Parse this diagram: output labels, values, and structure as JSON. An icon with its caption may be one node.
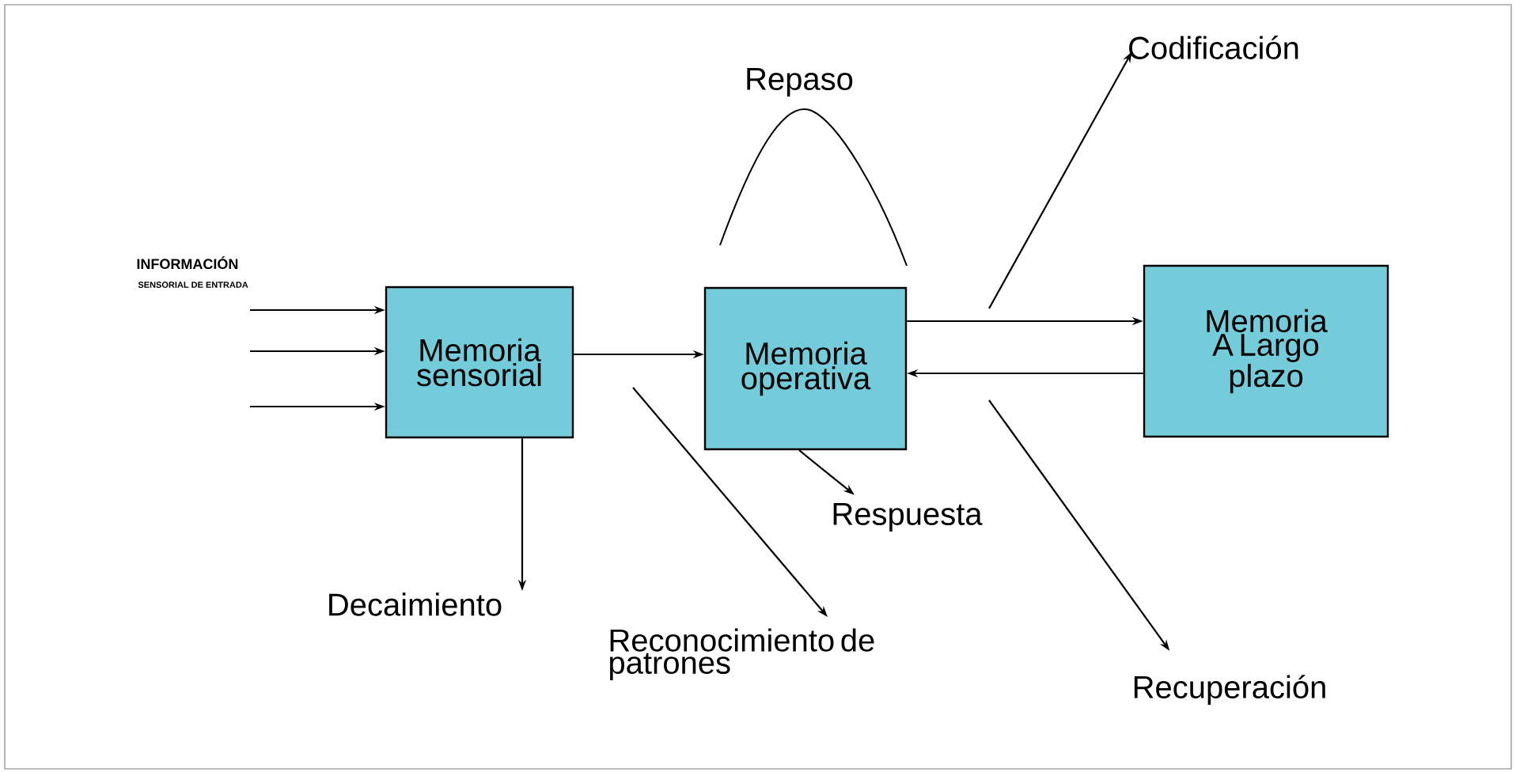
{
  "diagram": {
    "nodes": [
      {
        "text": [
          "Memoria sensorial"
        ]
      },
      {
        "text": [
          "Memoria operativa"
        ]
      },
      {
        "text": [
          "Memoria A Largo plazo"
        ]
      },
      {
        "text": [
          "Decaimiento"
        ]
      },
      {
        "text": [
          "Reconocimiento de patrones"
        ]
      },
      {
        "text": [
          "Respuesta"
        ]
      },
      {
        "text": [
          "Codificación"
        ]
      },
      {
        "text": [
          "Recuperación"
        ]
      }
    ],
    "edges": [
      {
        "from": null,
        "to": 0,
        "arrow": "to"
      },
      {
        "from": null,
        "to": 0,
        "arrow": "to"
      },
      {
        "from": null,
        "to": 0,
        "arrow": "to"
      },
      {
        "from": 0,
        "to": 1,
        "arrow": "to"
      },
      {
        "from": 0,
        "to": 3,
        "arrow": "to"
      },
      {
        "from": null,
        "to": 4,
        "arrow": "to"
      },
      {
        "from": 1,
        "to": 5,
        "arrow": "to"
      },
      {
        "from": 1,
        "to": 2,
        "arrow": "to"
      },
      {
        "from": 2,
        "to": 1,
        "arrow": "to"
      },
      {
        "from": null,
        "to": 6,
        "arrow": "to"
      },
      {
        "from": null,
        "to": 7,
        "arrow": "to"
      }
    ],
    "labels": [
      "INFORMACIÓN",
      "SENSORIAL DE ENTRADA",
      "Repaso"
    ]
  }
}
